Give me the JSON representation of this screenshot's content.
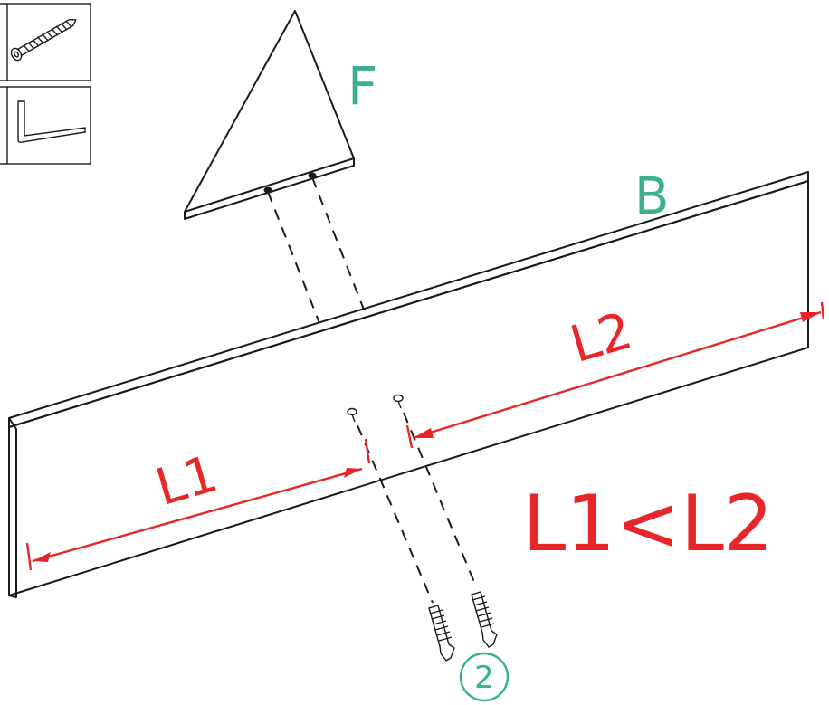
{
  "labels": {
    "part_f": "F",
    "part_b": "B",
    "dim_l1": "L1",
    "dim_l2": "L2",
    "rule": "L1<L2",
    "step": "2"
  },
  "icons": {
    "screw_part": "cam-screw-icon",
    "hex_key": "hex-key-icon",
    "wood_screw": "wood-screw-icon"
  },
  "colors": {
    "part_label": "#3bb08f",
    "dimension": "#e8262a",
    "line": "#1a1a1a"
  }
}
